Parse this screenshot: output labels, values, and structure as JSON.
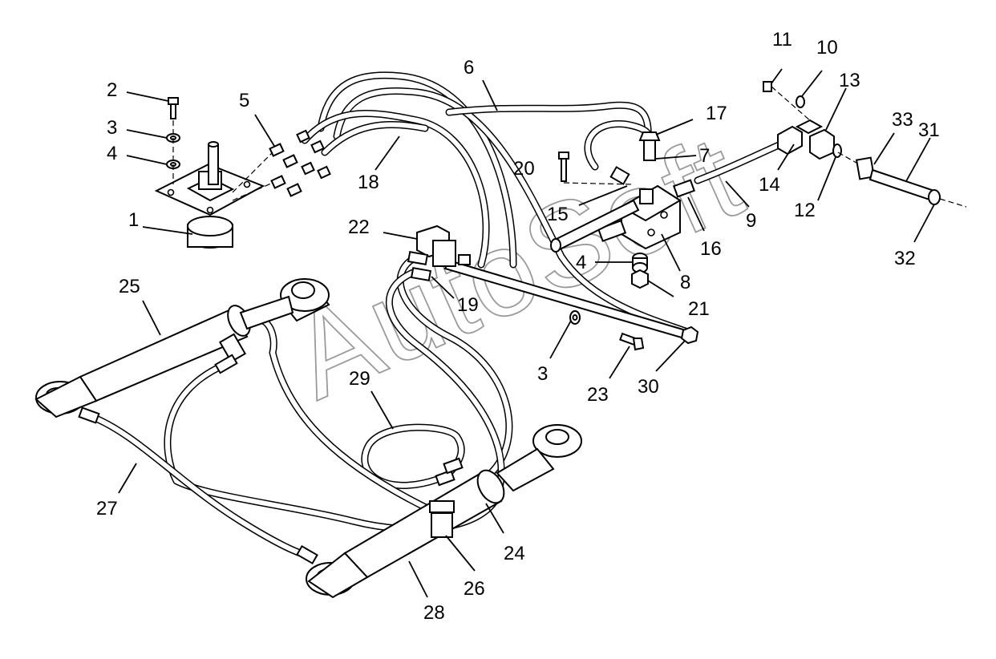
{
  "watermark": "AutoSoft",
  "callouts": [
    {
      "id": "1",
      "label": "1"
    },
    {
      "id": "2",
      "label": "2"
    },
    {
      "id": "3a",
      "label": "3"
    },
    {
      "id": "3b",
      "label": "3"
    },
    {
      "id": "4a",
      "label": "4"
    },
    {
      "id": "4b",
      "label": "4"
    },
    {
      "id": "5",
      "label": "5"
    },
    {
      "id": "6",
      "label": "6"
    },
    {
      "id": "7",
      "label": "7"
    },
    {
      "id": "8",
      "label": "8"
    },
    {
      "id": "9",
      "label": "9"
    },
    {
      "id": "10",
      "label": "10"
    },
    {
      "id": "11",
      "label": "11"
    },
    {
      "id": "12",
      "label": "12"
    },
    {
      "id": "13",
      "label": "13"
    },
    {
      "id": "14",
      "label": "14"
    },
    {
      "id": "15",
      "label": "15"
    },
    {
      "id": "16",
      "label": "16"
    },
    {
      "id": "17",
      "label": "17"
    },
    {
      "id": "18",
      "label": "18"
    },
    {
      "id": "19",
      "label": "19"
    },
    {
      "id": "20",
      "label": "20"
    },
    {
      "id": "21",
      "label": "21"
    },
    {
      "id": "22",
      "label": "22"
    },
    {
      "id": "23",
      "label": "23"
    },
    {
      "id": "24",
      "label": "24"
    },
    {
      "id": "25",
      "label": "25"
    },
    {
      "id": "26",
      "label": "26"
    },
    {
      "id": "27",
      "label": "27"
    },
    {
      "id": "28",
      "label": "28"
    },
    {
      "id": "29",
      "label": "29"
    },
    {
      "id": "30",
      "label": "30"
    },
    {
      "id": "31",
      "label": "31"
    },
    {
      "id": "32",
      "label": "32"
    },
    {
      "id": "33",
      "label": "33"
    }
  ]
}
